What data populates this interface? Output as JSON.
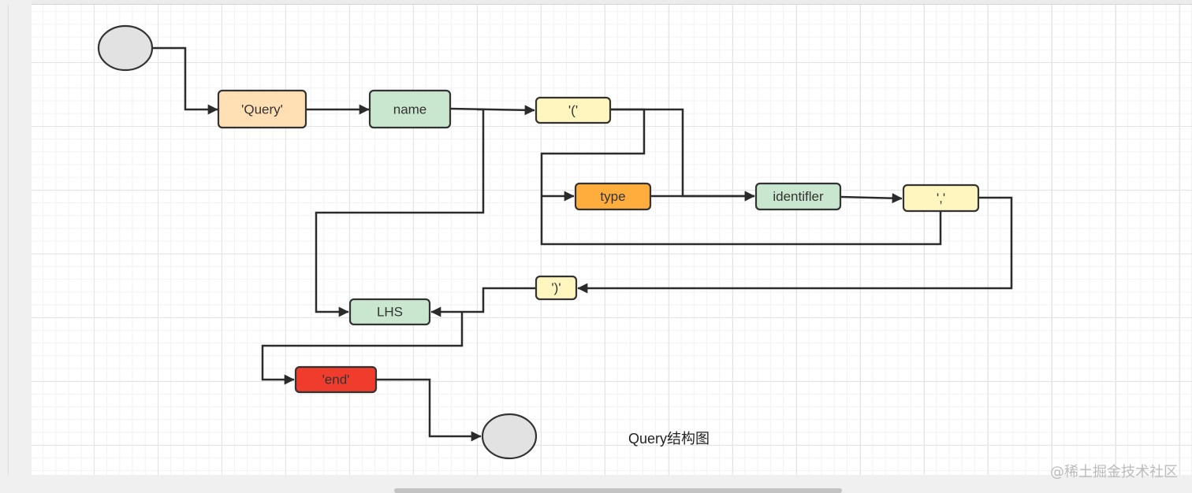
{
  "diagram": {
    "nodes": {
      "query": "'Query'",
      "name": "name",
      "lparen": "'('",
      "type": "type",
      "identifier": "identifler",
      "comma": "','",
      "rparen": "')'",
      "lhs": "LHS",
      "end": "'end'"
    },
    "caption": "Query结构图"
  },
  "watermark": "@稀土掘金技术社区",
  "colors": {
    "terminal_circle": "#e2e2e2",
    "query": "#ffdfb3",
    "name": "#c9e6ce",
    "lparen": "#fff6bf",
    "type": "#ffad3d",
    "identifier": "#c9e6ce",
    "comma": "#fff6bf",
    "rparen": "#fff6bf",
    "lhs": "#c9e6ce",
    "end": "#f03c2d",
    "edge": "#2b2b2b"
  }
}
